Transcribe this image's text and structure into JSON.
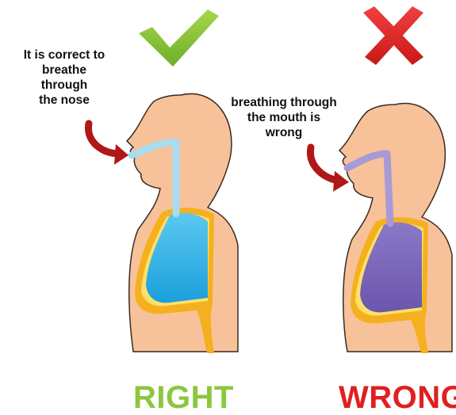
{
  "left_panel": {
    "caption_lines": [
      "It is correct to",
      "breathe",
      "through",
      "the nose"
    ],
    "verdict": "RIGHT",
    "verdict_color": "#8dc63f",
    "mark_icon": "check-mark-icon",
    "lung_color": "#29abe2",
    "airway_color": "#a8dcf0"
  },
  "right_panel": {
    "caption_lines": [
      "breathing through",
      "the mouth is",
      "wrong"
    ],
    "verdict": "WRONG",
    "verdict_color": "#e02020",
    "mark_icon": "cross-mark-icon",
    "lung_color": "#7a67b8",
    "airway_color": "#a89ad6"
  },
  "colors": {
    "skin": "#f7c29a",
    "skin_outline": "#3a2a20",
    "arrow": "#b01818",
    "chest_cavity": "#f5b020",
    "chest_cavity_light": "#fbe06a"
  }
}
